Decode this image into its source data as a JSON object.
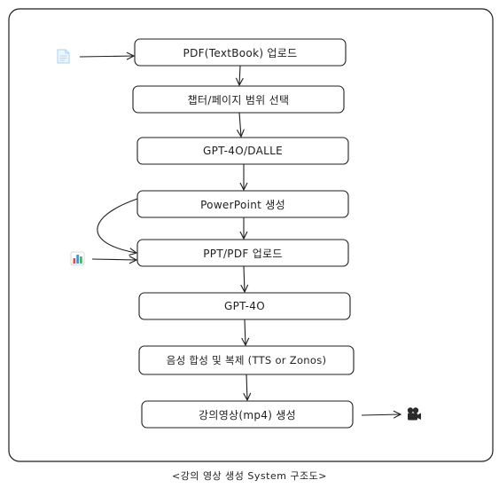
{
  "steps": [
    {
      "id": "upload_pdf",
      "label": "PDF(TextBook) 업로드"
    },
    {
      "id": "select_range",
      "label": "챕터/페이지 범위 선택"
    },
    {
      "id": "gpt_dalle",
      "label": "GPT-4O/DALLE"
    },
    {
      "id": "powerpoint",
      "label": "PowerPoint 생성"
    },
    {
      "id": "upload_ppt",
      "label": "PPT/PDF 업로드"
    },
    {
      "id": "gpt4o",
      "label": "GPT-4O"
    },
    {
      "id": "voice",
      "label": "음성 합성 및 복제 (TTS or Zonos)"
    },
    {
      "id": "video",
      "label": "강의영상(mp4) 생성"
    }
  ],
  "caption": "<강의 영상 생성 System 구조도>",
  "icons": {
    "input_pdf": "document-icon",
    "input_ppt": "bar-chart-icon",
    "output_video": "movie-camera-icon"
  },
  "colors": {
    "stroke": "#1e1e1e",
    "background": "#ffffff",
    "document_icon": "#a9d2f5",
    "chart_bar_1": "#e44c3c",
    "chart_bar_2": "#3c8ee4",
    "chart_bar_3": "#3cb45c"
  }
}
